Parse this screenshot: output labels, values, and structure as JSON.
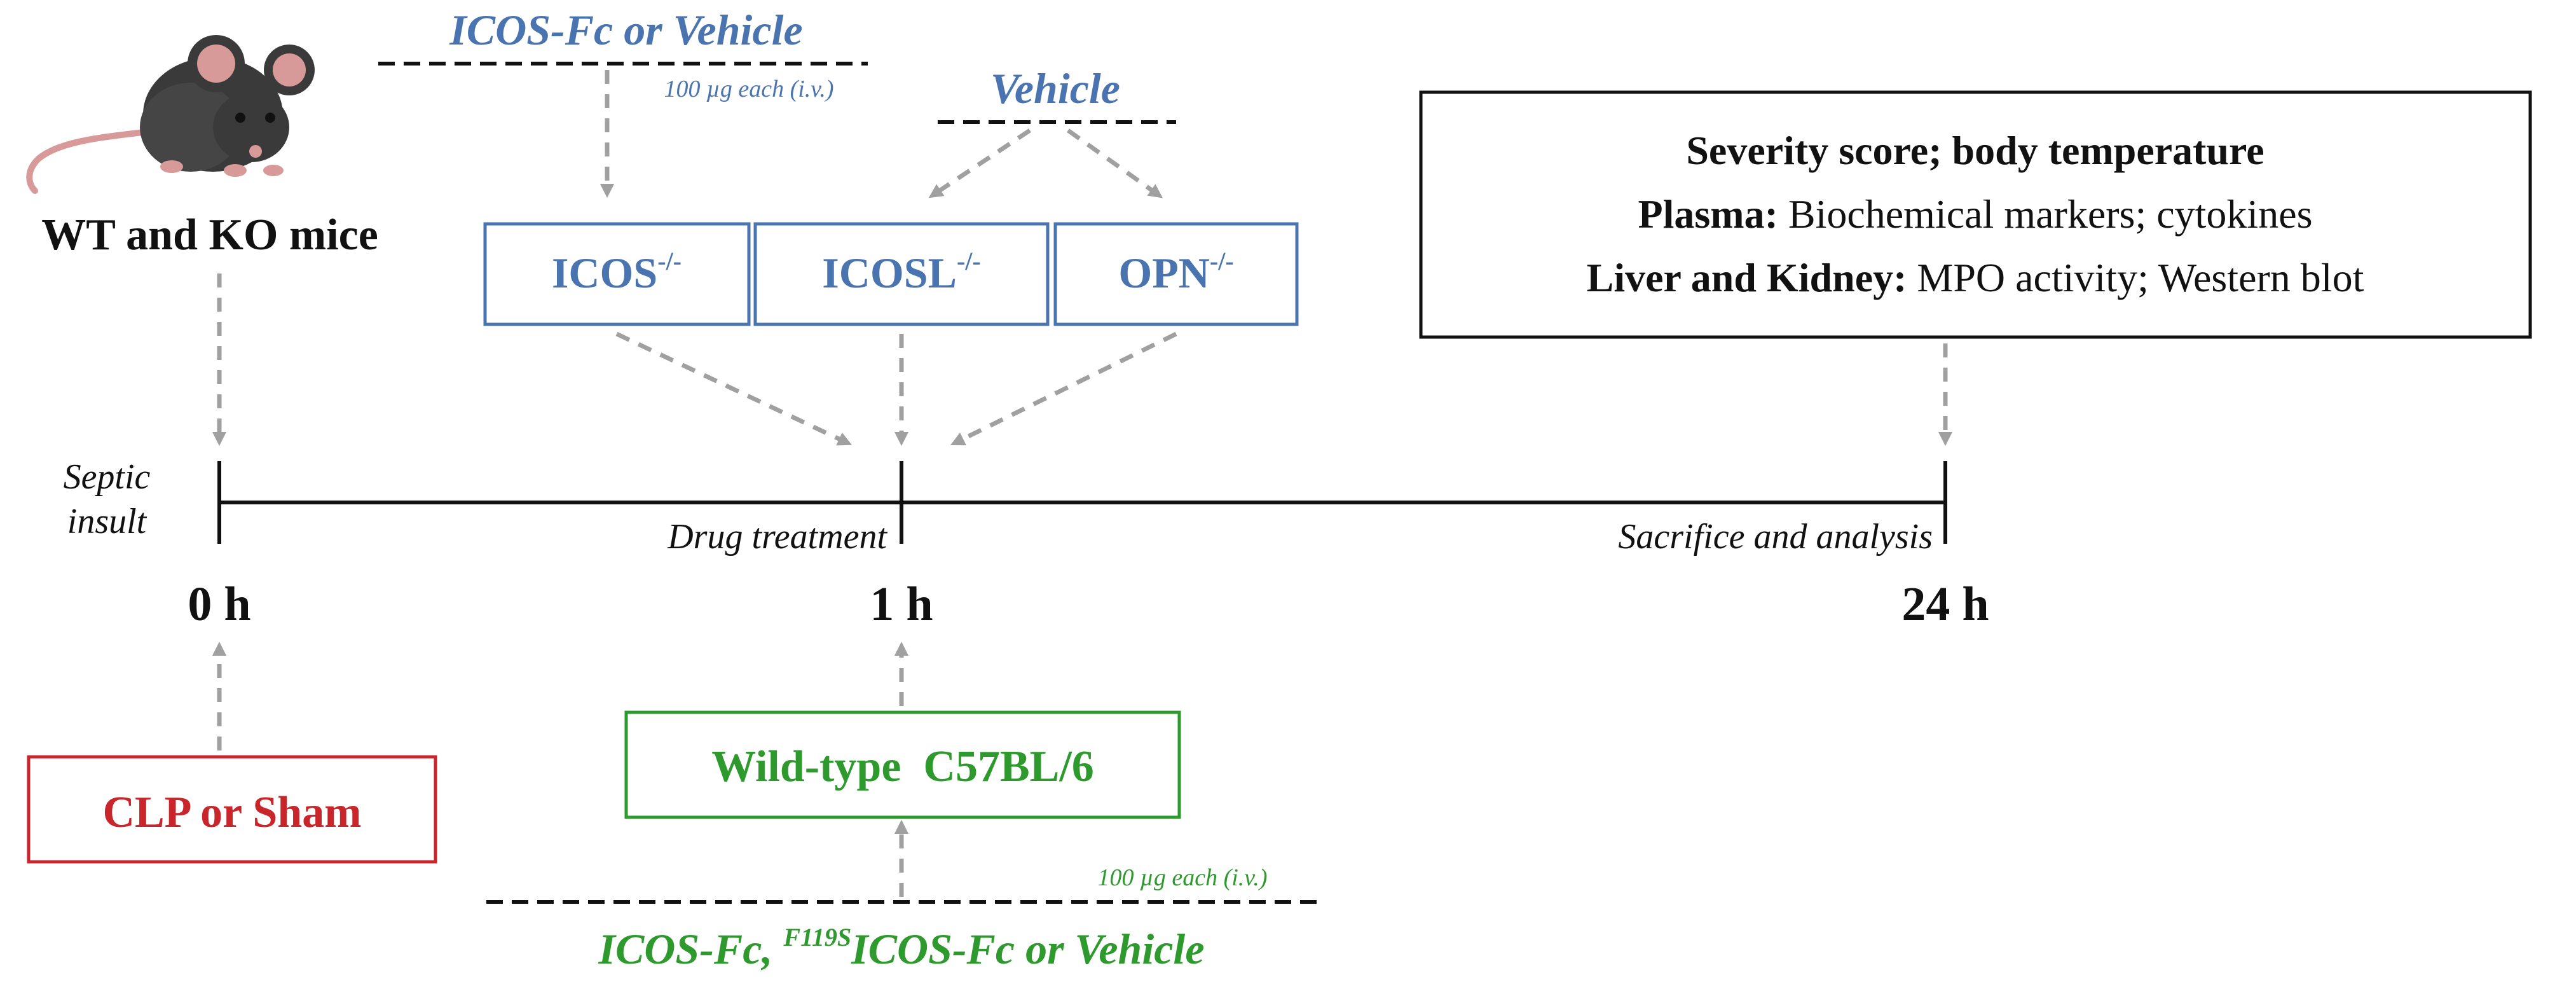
{
  "colors": {
    "blue": "#4a74b0",
    "green": "#2e9a2e",
    "red": "#c8262b",
    "black": "#111111",
    "arrow": "#a0a0a0",
    "mouse_body": "#3a3a3a",
    "mouse_ear": "#d89a98"
  },
  "mouse": {
    "label": "WT and KO mice",
    "icon": "mouse-icon"
  },
  "top_treatment": {
    "label": "ICOS-Fc or Vehicle",
    "dose": "100 µg each (i.v.)"
  },
  "vehicle": {
    "label": "Vehicle"
  },
  "ko_boxes": [
    {
      "base": "ICOS",
      "sup": "-/-"
    },
    {
      "base": "ICOSL",
      "sup": "-/-"
    },
    {
      "base": "OPN",
      "sup": "-/-"
    }
  ],
  "analysis": {
    "line1": "Severity score; body temperature",
    "line2_bold": "Plasma:",
    "line2_rest": " Biochemical markers; cytokines",
    "line3_bold": "Liver and Kidney:",
    "line3_rest": " MPO activity; Western blot"
  },
  "timeline": {
    "septic_insult_line1": "Septic",
    "septic_insult_line2": "insult",
    "drug_treatment": "Drug treatment",
    "sacrifice": "Sacrifice and analysis",
    "t0": "0 h",
    "t1": "1 h",
    "t24": "24 h"
  },
  "clp": {
    "label": "CLP or Sham"
  },
  "wildtype": {
    "label": "Wild-type  C57BL/6"
  },
  "bottom_treatment": {
    "dose": "100 µg each (i.v.)",
    "label_a": "ICOS-Fc, ",
    "label_sup": "F119S",
    "label_b": "ICOS-Fc or Vehicle"
  }
}
